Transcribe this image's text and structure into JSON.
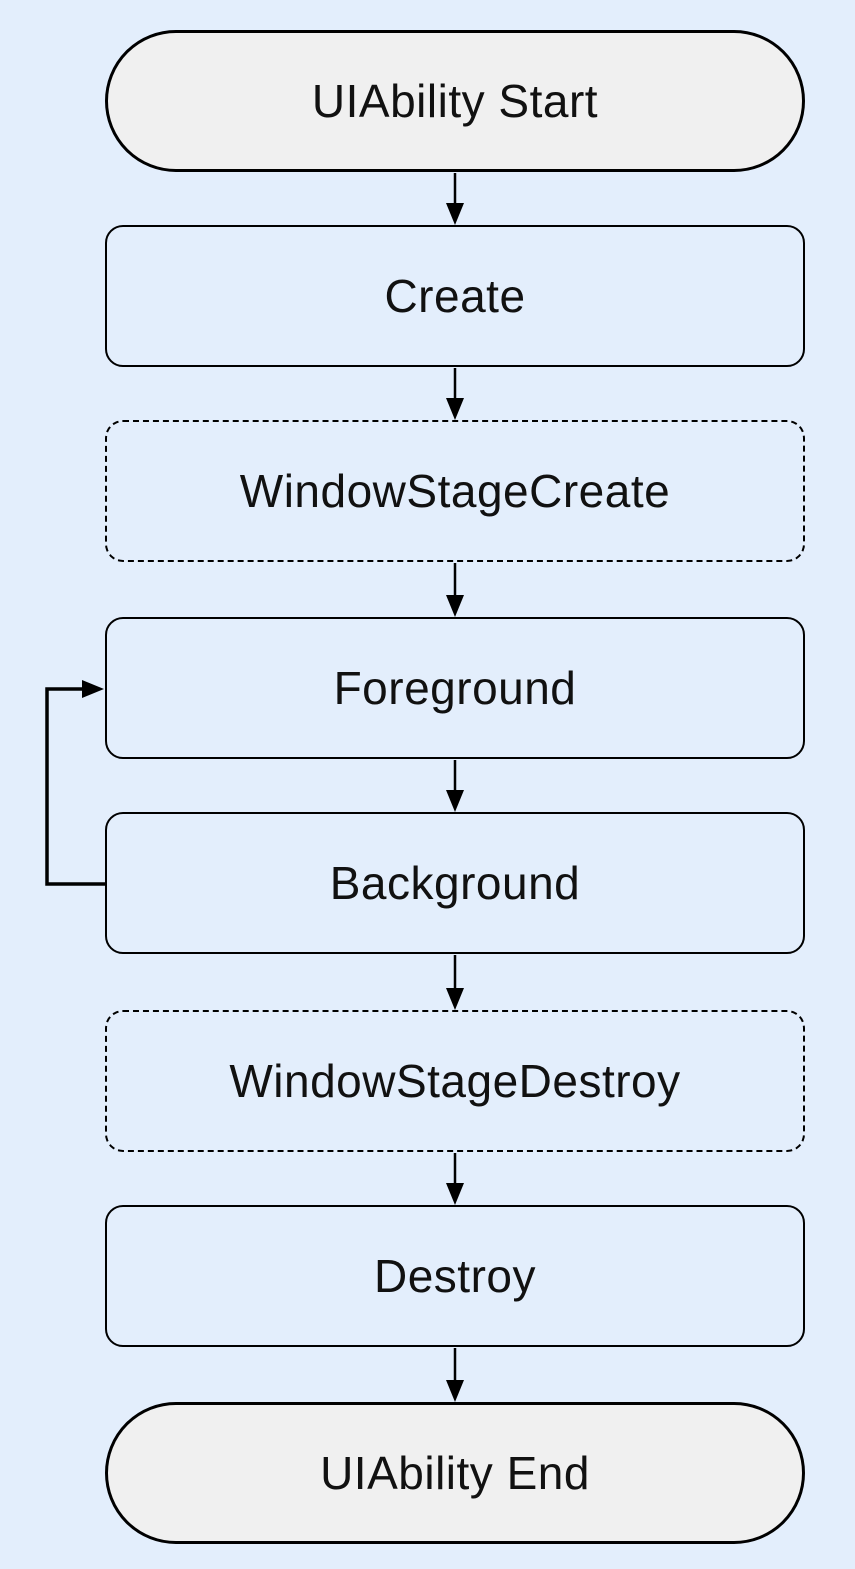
{
  "diagram": {
    "title": "UIAbility lifecycle flowchart",
    "nodes": [
      {
        "id": "start",
        "label": "UIAbility Start",
        "shape": "stadium",
        "fill": "#f0f0f0"
      },
      {
        "id": "create",
        "label": "Create",
        "shape": "rect",
        "fill": "#e3eefc"
      },
      {
        "id": "windowStageCreate",
        "label": "WindowStageCreate",
        "shape": "rect-dashed",
        "fill": "#e3eefc"
      },
      {
        "id": "foreground",
        "label": "Foreground",
        "shape": "rect",
        "fill": "#e3eefc"
      },
      {
        "id": "background",
        "label": "Background",
        "shape": "rect",
        "fill": "#e3eefc"
      },
      {
        "id": "windowStageDestroy",
        "label": "WindowStageDestroy",
        "shape": "rect-dashed",
        "fill": "#e3eefc"
      },
      {
        "id": "destroy",
        "label": "Destroy",
        "shape": "rect",
        "fill": "#e3eefc"
      },
      {
        "id": "end",
        "label": "UIAbility End",
        "shape": "stadium",
        "fill": "#f0f0f0"
      }
    ],
    "edges": [
      {
        "from": "start",
        "to": "create",
        "type": "straight-down"
      },
      {
        "from": "create",
        "to": "windowStageCreate",
        "type": "straight-down"
      },
      {
        "from": "windowStageCreate",
        "to": "foreground",
        "type": "straight-down"
      },
      {
        "from": "foreground",
        "to": "background",
        "type": "straight-down"
      },
      {
        "from": "background",
        "to": "foreground",
        "type": "loop-left"
      },
      {
        "from": "background",
        "to": "windowStageDestroy",
        "type": "straight-down"
      },
      {
        "from": "windowStageDestroy",
        "to": "destroy",
        "type": "straight-down"
      },
      {
        "from": "destroy",
        "to": "end",
        "type": "straight-down"
      }
    ],
    "colors": {
      "page_background": "#e3eefc",
      "node_fill_blue": "#e3eefc",
      "node_fill_gray": "#f0f0f0",
      "border": "#000000",
      "text": "#111111"
    }
  }
}
